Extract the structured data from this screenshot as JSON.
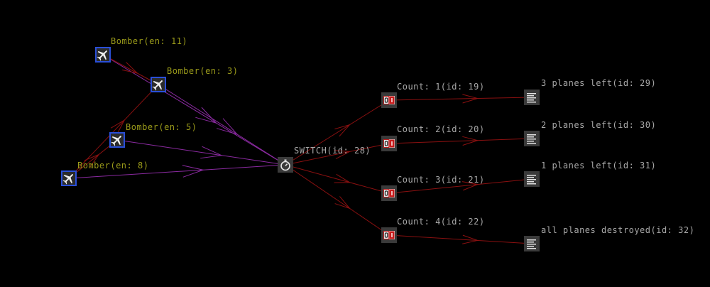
{
  "diagram": {
    "colors": {
      "background": "#000000",
      "plane_link": "#8a2aa0",
      "signal_link": "#8a1010",
      "bomber_label": "#9a9a1a",
      "node_label": "#a8a8a8",
      "bomber_border": "#2a4fd8"
    },
    "nodes": {
      "bomber_11": {
        "label": "Bomber(en: 11)",
        "icon": "plane-icon"
      },
      "bomber_3": {
        "label": "Bomber(en: 3)",
        "icon": "plane-icon"
      },
      "bomber_5": {
        "label": "Bomber(en: 5)",
        "icon": "plane-icon"
      },
      "bomber_8": {
        "label": "Bomber(en: 8)",
        "icon": "plane-icon"
      },
      "switch": {
        "label": "SWITCH(id: 28)",
        "icon": "timer-icon"
      },
      "count_1": {
        "label": "Count: 1(id: 19)",
        "icon": "counter-icon"
      },
      "count_2": {
        "label": "Count: 2(id: 20)",
        "icon": "counter-icon"
      },
      "count_3": {
        "label": "Count: 3(id: 21)",
        "icon": "counter-icon"
      },
      "count_4": {
        "label": "Count: 4(id: 22)",
        "icon": "counter-icon"
      },
      "msg_29": {
        "label": "3 planes left(id: 29)",
        "icon": "text-icon"
      },
      "msg_30": {
        "label": "2 planes left(id: 30)",
        "icon": "text-icon"
      },
      "msg_31": {
        "label": "1 planes left(id: 31)",
        "icon": "text-icon"
      },
      "msg_32": {
        "label": "all planes destroyed(id: 32)",
        "icon": "text-icon"
      }
    },
    "edges": [
      {
        "from": "bomber_11",
        "to": "switch",
        "kind": "plane"
      },
      {
        "from": "bomber_3",
        "to": "switch",
        "kind": "plane"
      },
      {
        "from": "bomber_5",
        "to": "switch",
        "kind": "plane"
      },
      {
        "from": "bomber_8",
        "to": "switch",
        "kind": "plane"
      },
      {
        "from": "bomber_11",
        "to": "bomber_3",
        "kind": "signal"
      },
      {
        "from": "bomber_8",
        "to": "bomber_3",
        "kind": "signal"
      },
      {
        "from": "bomber_8",
        "to": "bomber_5",
        "kind": "signal"
      },
      {
        "from": "switch",
        "to": "count_1",
        "kind": "signal"
      },
      {
        "from": "switch",
        "to": "count_2",
        "kind": "signal"
      },
      {
        "from": "switch",
        "to": "count_3",
        "kind": "signal"
      },
      {
        "from": "switch",
        "to": "count_4",
        "kind": "signal"
      },
      {
        "from": "count_1",
        "to": "msg_29",
        "kind": "signal"
      },
      {
        "from": "count_2",
        "to": "msg_30",
        "kind": "signal"
      },
      {
        "from": "count_3",
        "to": "msg_31",
        "kind": "signal"
      },
      {
        "from": "count_4",
        "to": "msg_32",
        "kind": "signal"
      }
    ]
  }
}
